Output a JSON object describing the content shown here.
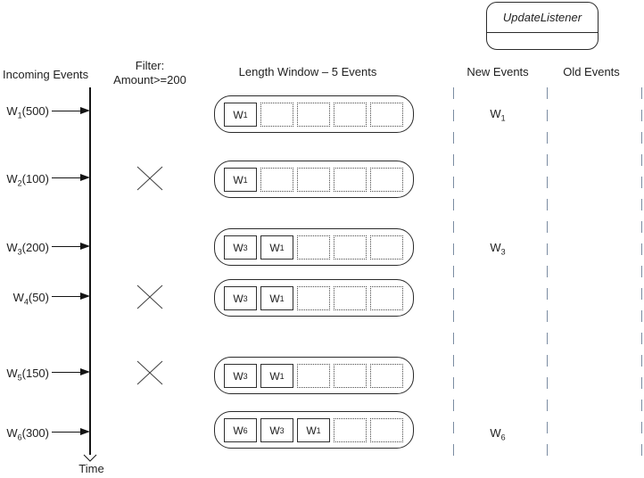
{
  "listener": {
    "title": "UpdateListener"
  },
  "headers": {
    "incoming": "Incoming Events",
    "filter_line1": "Filter:",
    "filter_line2": "Amount>=200",
    "length_window": "Length Window – 5 Events",
    "new_events": "New Events",
    "old_events": "Old Events"
  },
  "time_label": "Time",
  "colors": {
    "stroke": "#2b2b2b",
    "dashed_separator": "#7b8ca2",
    "reject_x": "#3f3f3f"
  },
  "window_capacity": 5,
  "rows": [
    {
      "event": {
        "base": "W",
        "sub": "1",
        "amount": "(500)"
      },
      "passes_filter": true,
      "window_slots": [
        {
          "base": "W",
          "sub": "1"
        }
      ],
      "empty_slots": 4,
      "new_event": {
        "base": "W",
        "sub": "1"
      },
      "old_event": null
    },
    {
      "event": {
        "base": "W",
        "sub": "2",
        "amount": "(100)"
      },
      "passes_filter": false,
      "window_slots": [
        {
          "base": "W",
          "sub": "1"
        }
      ],
      "empty_slots": 4,
      "new_event": null,
      "old_event": null
    },
    {
      "event": {
        "base": "W",
        "sub": "3",
        "amount": "(200)"
      },
      "passes_filter": true,
      "window_slots": [
        {
          "base": "W",
          "sub": "3"
        },
        {
          "base": "W",
          "sub": "1"
        }
      ],
      "empty_slots": 3,
      "new_event": {
        "base": "W",
        "sub": "3"
      },
      "old_event": null
    },
    {
      "event": {
        "base": "W",
        "sub": "4",
        "amount": "(50)"
      },
      "passes_filter": false,
      "window_slots": [
        {
          "base": "W",
          "sub": "3"
        },
        {
          "base": "W",
          "sub": "1"
        }
      ],
      "empty_slots": 3,
      "new_event": null,
      "old_event": null
    },
    {
      "event": {
        "base": "W",
        "sub": "5",
        "amount": "(150)"
      },
      "passes_filter": false,
      "window_slots": [
        {
          "base": "W",
          "sub": "3"
        },
        {
          "base": "W",
          "sub": "1"
        }
      ],
      "empty_slots": 3,
      "new_event": null,
      "old_event": null
    },
    {
      "event": {
        "base": "W",
        "sub": "6",
        "amount": "(300)"
      },
      "passes_filter": true,
      "window_slots": [
        {
          "base": "W",
          "sub": "6"
        },
        {
          "base": "W",
          "sub": "3"
        },
        {
          "base": "W",
          "sub": "1"
        }
      ],
      "empty_slots": 2,
      "new_event": {
        "base": "W",
        "sub": "6"
      },
      "old_event": null
    }
  ]
}
